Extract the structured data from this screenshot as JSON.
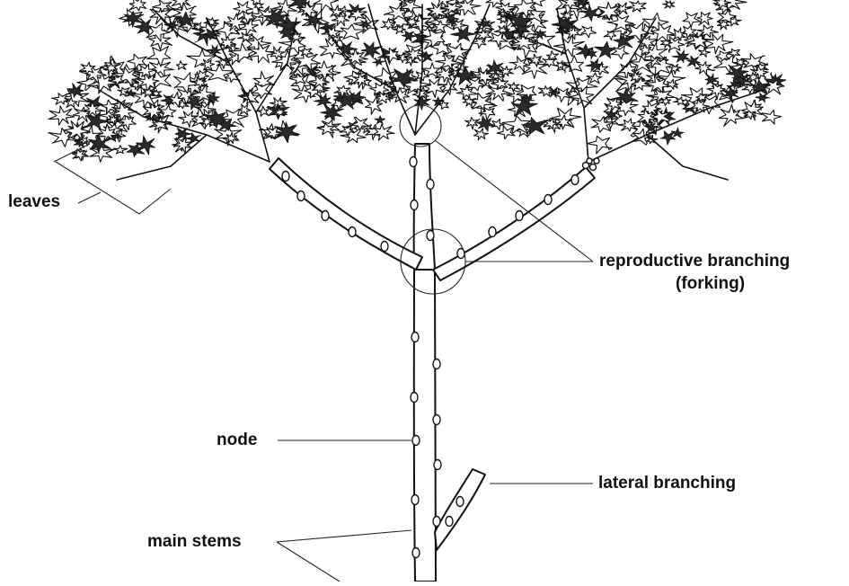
{
  "labels": {
    "leaves": "leaves",
    "reproductive": "reproductive branching",
    "forking": "(forking)",
    "node": "node",
    "lateral": "lateral branching",
    "main_stems": "main stems"
  }
}
